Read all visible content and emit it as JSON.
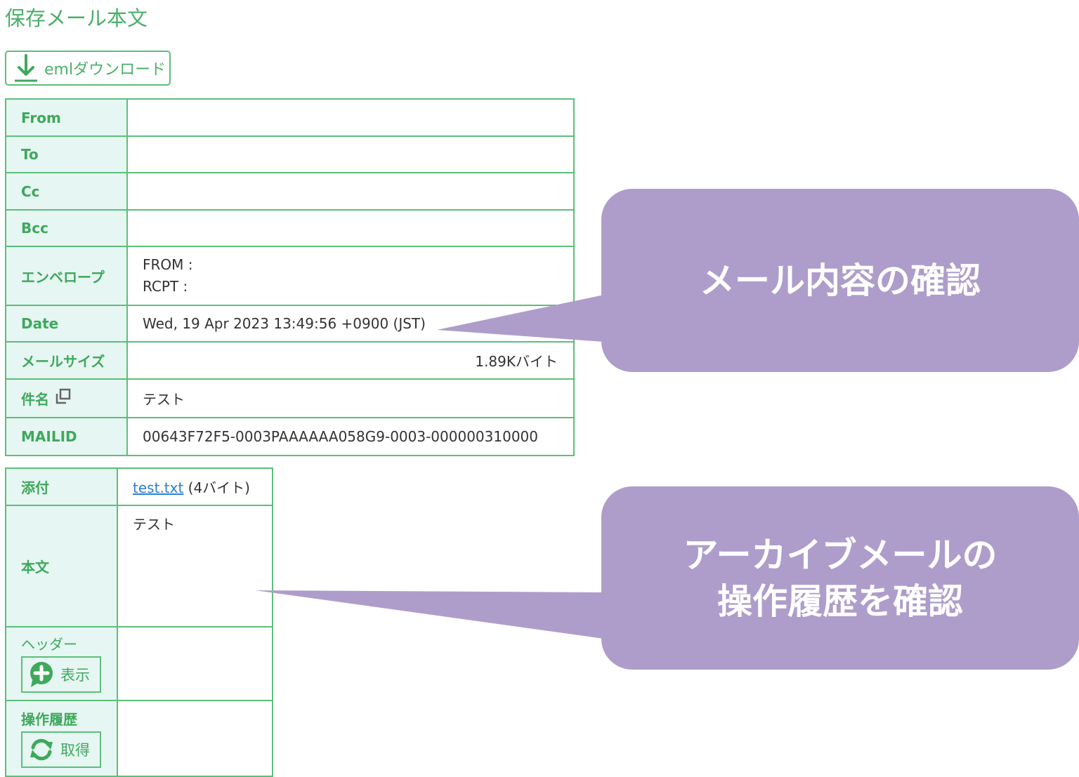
{
  "page": {
    "title": "保存メール本文",
    "download_button": {
      "label": "emlダウンロード",
      "icon": "download-arrow-icon"
    }
  },
  "header_table": {
    "rows": [
      {
        "label": "From",
        "value": ""
      },
      {
        "label": "To",
        "value": ""
      },
      {
        "label": "Cc",
        "value": ""
      },
      {
        "label": "Bcc",
        "value": ""
      },
      {
        "label": "エンベロープ",
        "value_lines": [
          "FROM :",
          "RCPT :"
        ]
      },
      {
        "label": "Date",
        "value": "Wed, 19 Apr 2023 13:49:56 +0900 (JST)"
      },
      {
        "label": "メールサイズ",
        "value": "1.89Kバイト"
      },
      {
        "label": "件名",
        "value": "テスト",
        "icon": "copy-icon"
      },
      {
        "label": "MAILID",
        "value": "00643F72F5-0003PAAAAAA058G9-0003-000000310000"
      }
    ]
  },
  "body_table": {
    "attachment": {
      "label": "添付",
      "file_name": "test.txt",
      "file_size": "(4バイト)"
    },
    "body": {
      "label": "本文",
      "value": "テスト"
    },
    "headers": {
      "label": "ヘッダー",
      "button_label": "表示",
      "button_icon": "plus-bubble-icon"
    },
    "history": {
      "label": "操作履歴",
      "button_label": "取得",
      "button_icon": "refresh-icon"
    }
  },
  "callouts": [
    {
      "text": "メール内容の確認"
    },
    {
      "line1": "アーカイブメールの",
      "line2": "操作履歴を確認"
    }
  ],
  "colors": {
    "accent_green": "#4caf6a",
    "border_green": "#5cbf7a",
    "header_bg": "#e6f6f3",
    "callout_purple": "#ae9dca",
    "link_blue": "#2a7fcf"
  }
}
